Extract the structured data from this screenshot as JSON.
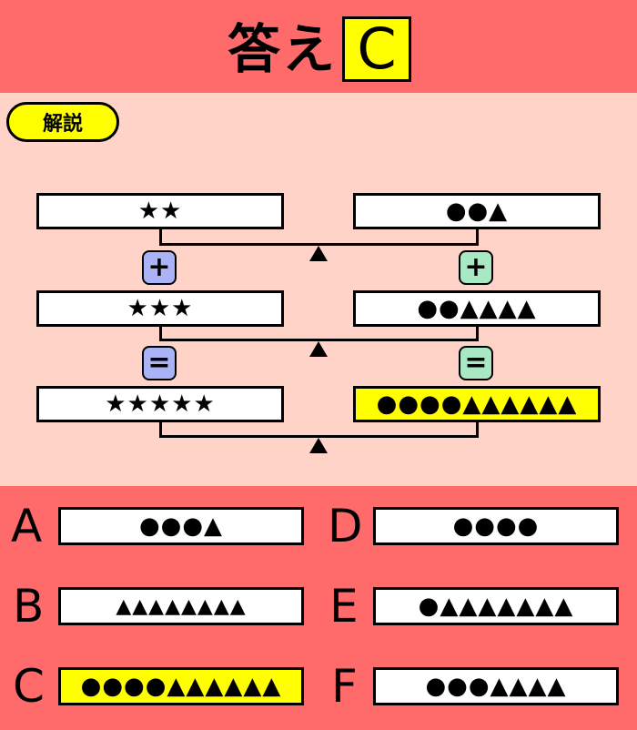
{
  "header": {
    "title": "答え",
    "answer": "C"
  },
  "explanation": {
    "label": "解説",
    "left_column": [
      "★★",
      "★★★",
      "★★★★★"
    ],
    "right_column": [
      "●●▲",
      "●●▲▲▲▲",
      "●●●●▲▲▲▲▲▲"
    ],
    "left_operators": [
      "+",
      "="
    ],
    "right_operators": [
      "+",
      "="
    ],
    "balance_icon": "fulcrum-triangle-icon",
    "colors": {
      "background": "#ff6b6b",
      "panel": "#ffd3c8",
      "highlight": "#ffff00",
      "op_blue": "#a9b3f5",
      "op_green": "#a8e8c2"
    }
  },
  "options": [
    {
      "letter": "A",
      "symbols": "●●●▲"
    },
    {
      "letter": "B",
      "symbols": "▲▲▲▲▲▲▲▲"
    },
    {
      "letter": "C",
      "symbols": "●●●●▲▲▲▲▲▲"
    },
    {
      "letter": "D",
      "symbols": "●●●●"
    },
    {
      "letter": "E",
      "symbols": "●▲▲▲▲▲▲▲"
    },
    {
      "letter": "F",
      "symbols": "●●●▲▲▲▲"
    }
  ],
  "correct_option": "C"
}
